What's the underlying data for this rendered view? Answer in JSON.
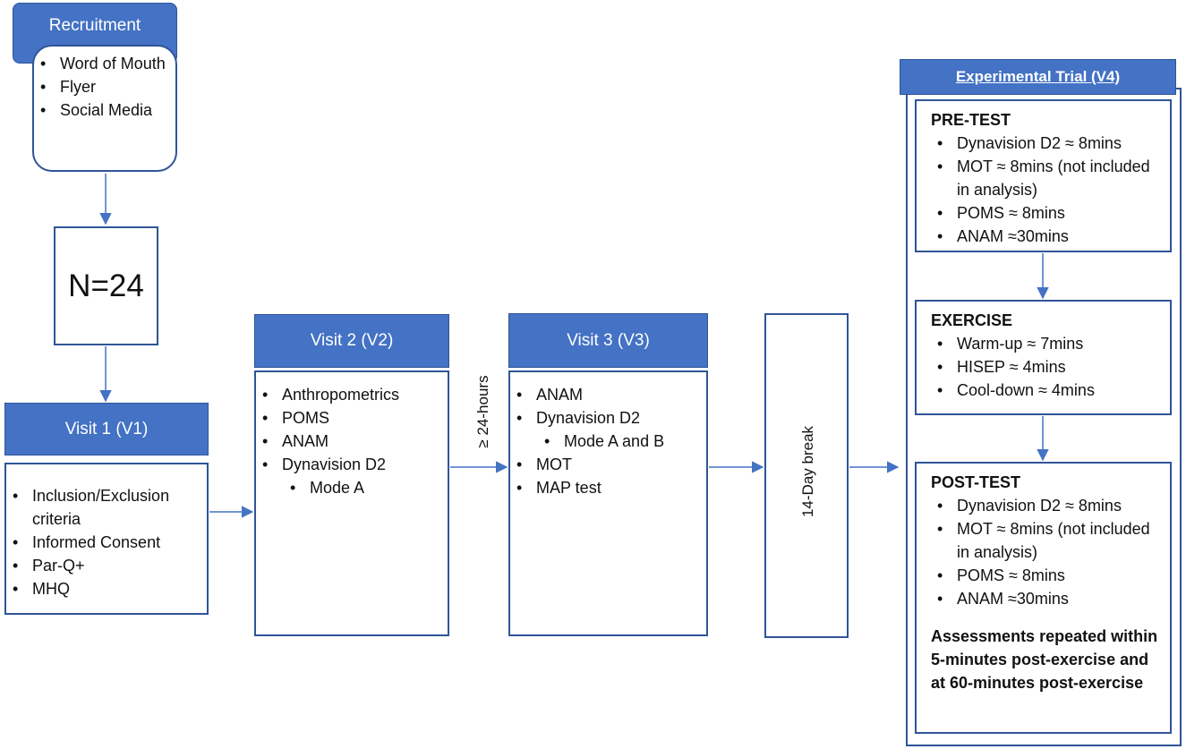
{
  "recruitment": {
    "title": "Recruitment",
    "items": [
      "Word of Mouth",
      "Flyer",
      "Social Media"
    ]
  },
  "sample": {
    "label": "N=24"
  },
  "visit1": {
    "title": "Visit 1 (V1)",
    "items": [
      "Inclusion/Exclusion criteria",
      "Informed Consent",
      "Par-Q+",
      "MHQ"
    ]
  },
  "visit2": {
    "title": "Visit 2 (V2)",
    "items": [
      "Anthropometrics",
      "POMS",
      "ANAM",
      "Dynavision D2"
    ],
    "sub_item": "Mode A"
  },
  "gap_label": "≥ 24-hours",
  "visit3": {
    "title": "Visit 3 (V3)",
    "items": [
      "ANAM",
      "Dynavision D2"
    ],
    "sub_item": "Mode A and B",
    "items_after": [
      "MOT",
      "MAP test"
    ]
  },
  "break_label": "14-Day break",
  "trial": {
    "title": "Experimental Trial (V4)",
    "pre_test": {
      "title": "PRE-TEST",
      "items": [
        "Dynavision D2 ≈ 8mins",
        "MOT ≈ 8mins (not included in analysis)",
        "POMS ≈ 8mins",
        "ANAM ≈30mins"
      ]
    },
    "exercise": {
      "title": "EXERCISE",
      "items": [
        "Warm-up ≈ 7mins",
        "HISEP ≈ 4mins",
        "Cool-down ≈ 4mins"
      ]
    },
    "post_test": {
      "title": "POST-TEST",
      "items": [
        "Dynavision D2 ≈ 8mins",
        "MOT ≈ 8mins (not included in analysis)",
        "POMS ≈ 8mins",
        "ANAM ≈30mins"
      ],
      "note": "Assessments repeated within 5-minutes post-exercise and at 60-minutes post-exercise"
    }
  },
  "colors": {
    "header_fill": "#4472c4",
    "border": "#2f5597",
    "arrow": "#4472c4"
  }
}
